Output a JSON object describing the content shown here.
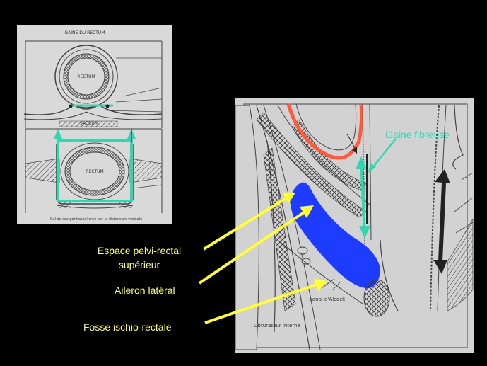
{
  "left_figure": {
    "title": "GAINE DU RECTUM",
    "rectum_top": "RECTUM",
    "sacrum": "SACRUM",
    "rectum_bottom": "RECTUM",
    "caption": "Cul de sac péritonéal créé par la distension vésicale"
  },
  "right_figure": {
    "canal_label": "canal d'Alcock",
    "obturator_label": "Obturateur interne"
  },
  "labels": {
    "gaine": "Gaine fibreuse",
    "espace_line1": "Espace pelvi-rectal",
    "espace_line2": "supérieur",
    "aileron": "Aileron latéral",
    "fosse": "Fosse ischio-rectale"
  },
  "colors": {
    "background": "#000000",
    "label_yellow": "#ffff66",
    "teal": "#33d6b0",
    "red_outline": "#ff5a3c",
    "blue_fill": "#1e3cff"
  }
}
